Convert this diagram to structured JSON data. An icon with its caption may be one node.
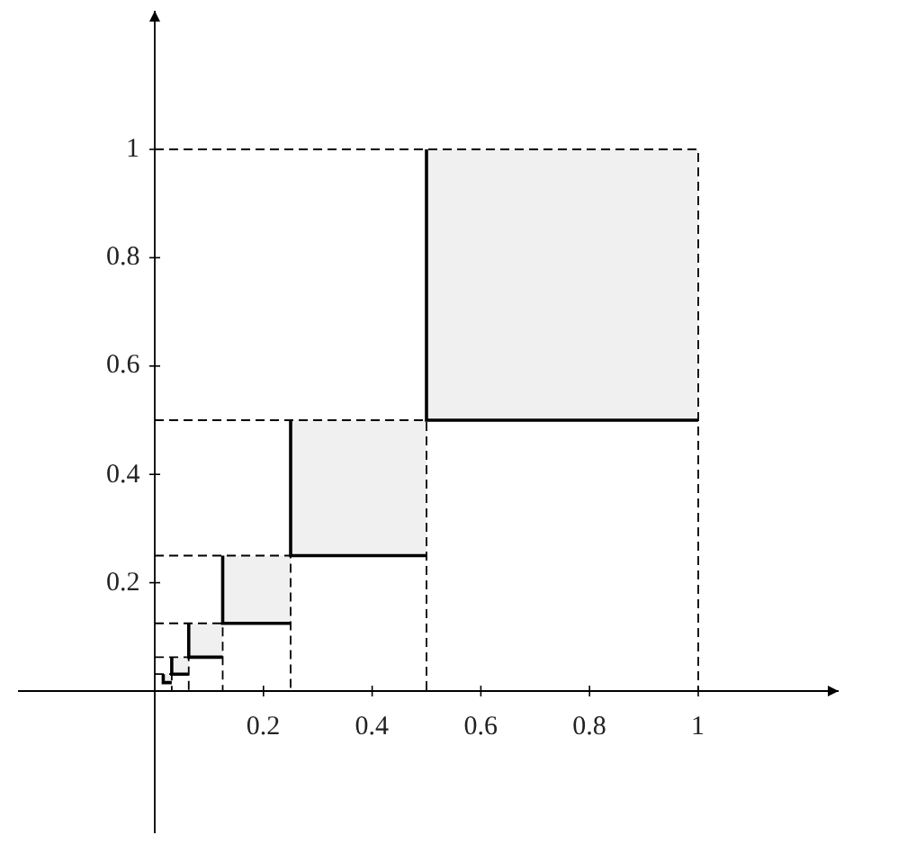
{
  "diagram": {
    "labels": [
      "1",
      "0.8",
      "0.6",
      "0.4",
      "0.2",
      "0.2",
      "0.4",
      "0.6",
      "0.8",
      "1"
    ]
  }
}
